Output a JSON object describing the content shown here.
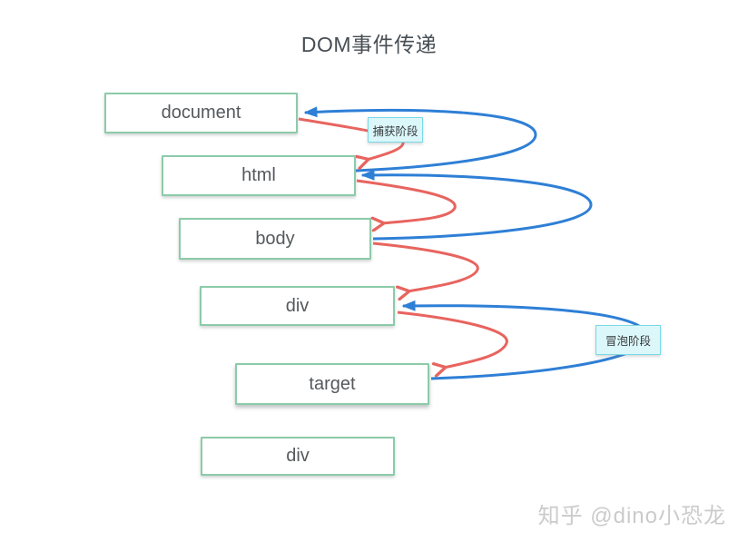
{
  "title": "DOM事件传递",
  "nodes": [
    {
      "label": "document"
    },
    {
      "label": "html"
    },
    {
      "label": "body"
    },
    {
      "label": "div"
    },
    {
      "label": "target"
    },
    {
      "label": "div"
    }
  ],
  "phase_labels": {
    "capture": "捕获阶段",
    "bubble": "冒泡阶段"
  },
  "arrows": {
    "capture": [
      {
        "from": "document",
        "to": "html"
      },
      {
        "from": "html",
        "to": "body"
      },
      {
        "from": "body",
        "to": "div"
      },
      {
        "from": "div",
        "to": "target"
      }
    ],
    "bubble": [
      {
        "from": "html",
        "to": "document"
      },
      {
        "from": "body",
        "to": "html"
      },
      {
        "from": "target",
        "to": "div"
      }
    ]
  },
  "colors": {
    "capture_arrow": "#E8645F",
    "bubble_arrow": "#2E7FD6",
    "node_border": "#8CCBA9",
    "node_text": "#55595C",
    "title_text": "#474E54",
    "phase_bg": "#DCF7FA",
    "phase_border": "#79D9E6",
    "watermark": "#CBCBCB"
  },
  "watermark": "知乎 @dino小恐龙"
}
